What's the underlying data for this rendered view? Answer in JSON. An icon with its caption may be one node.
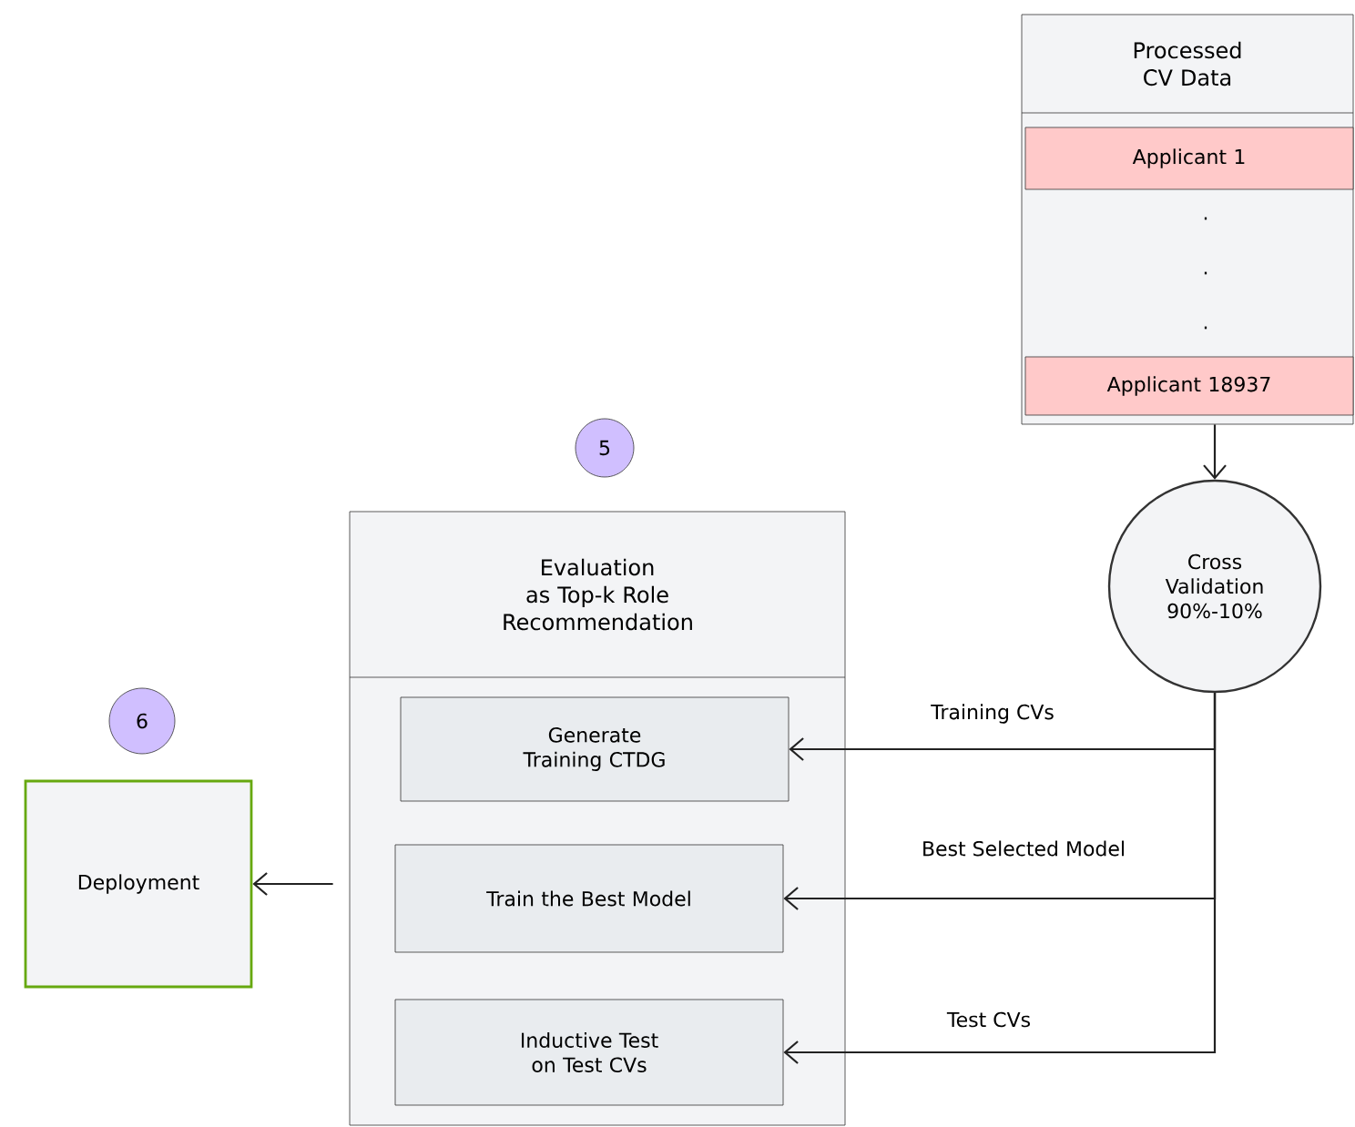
{
  "diagram": {
    "nodes": [
      {
        "text": [
          "Processed CV Data"
        ]
      },
      {
        "text": [
          "Applicant 1"
        ],
        "in": 0
      },
      {
        "text": [
          "Applicant 18937"
        ],
        "in": 0
      },
      {
        "text": [
          "5"
        ]
      },
      {
        "text": [
          "Evaluation as Top-k Role Recommendation"
        ]
      },
      {
        "text": [
          "Generate Training CTDG"
        ],
        "in": 4
      },
      {
        "text": [
          "Train the Best Model"
        ],
        "in": 4
      },
      {
        "text": [
          "Inductive Test on Test CVs"
        ],
        "in": 4
      },
      {
        "text": [
          "Cross Validation 90%-10%"
        ]
      },
      {
        "text": [
          "6"
        ]
      },
      {
        "text": [
          "Deployment"
        ]
      }
    ],
    "edges": [
      {
        "from": 0,
        "to": 8,
        "arrow": "to"
      },
      {
        "from": 8,
        "to": 5,
        "arrow": "to",
        "label": "Training CVs"
      },
      {
        "from": 8,
        "to": 6,
        "arrow": "to",
        "label": "Best Selected Model"
      },
      {
        "from": 8,
        "to": 7,
        "arrow": "to",
        "label": "Test CVs"
      },
      {
        "from": 4,
        "to": 10,
        "arrow": "to"
      }
    ],
    "labels": [
      ".",
      ".",
      "."
    ]
  }
}
